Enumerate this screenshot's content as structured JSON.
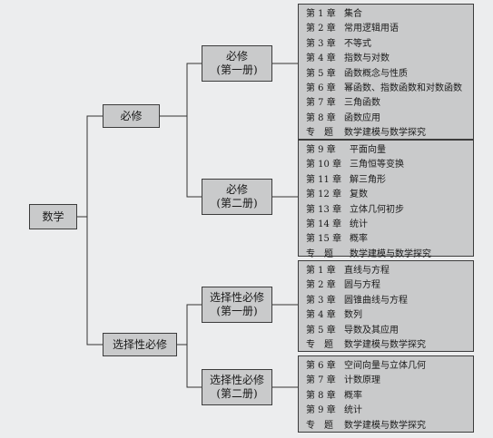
{
  "root": {
    "label": "数学"
  },
  "branches": [
    {
      "label": "必修",
      "books": [
        {
          "label": "必修",
          "sub": "(第一册)",
          "chapters": [
            {
              "num": "第 1 章",
              "title": "集合"
            },
            {
              "num": "第 2 章",
              "title": "常用逻辑用语"
            },
            {
              "num": "第 3 章",
              "title": "不等式"
            },
            {
              "num": "第 4 章",
              "title": "指数与对数"
            },
            {
              "num": "第 5 章",
              "title": "函数概念与性质"
            },
            {
              "num": "第 6 章",
              "title": "幂函数、指数函数和对数函数"
            },
            {
              "num": "第 7 章",
              "title": "三角函数"
            },
            {
              "num": "第 8 章",
              "title": "函数应用"
            },
            {
              "num": "专　题",
              "title": "数学建模与数学探究"
            }
          ]
        },
        {
          "label": "必修",
          "sub": "(第二册)",
          "chapters": [
            {
              "num": "第 9 章",
              "title": "平面向量"
            },
            {
              "num": "第 10 章",
              "title": "三角恒等变换"
            },
            {
              "num": "第 11 章",
              "title": "解三角形"
            },
            {
              "num": "第 12 章",
              "title": "复数"
            },
            {
              "num": "第 13 章",
              "title": "立体几何初步"
            },
            {
              "num": "第 14 章",
              "title": "统计"
            },
            {
              "num": "第 15 章",
              "title": "概率"
            },
            {
              "num": "专　题",
              "title": "数学建模与数学探究"
            }
          ]
        }
      ]
    },
    {
      "label": "选择性必修",
      "books": [
        {
          "label": "选择性必修",
          "sub": "(第一册)",
          "chapters": [
            {
              "num": "第 1 章",
              "title": "直线与方程"
            },
            {
              "num": "第 2 章",
              "title": "圆与方程"
            },
            {
              "num": "第 3 章",
              "title": "圆锥曲线与方程"
            },
            {
              "num": "第 4 章",
              "title": "数列"
            },
            {
              "num": "第 5 章",
              "title": "导数及其应用"
            },
            {
              "num": "专　题",
              "title": "数学建模与数学探究"
            }
          ]
        },
        {
          "label": "选择性必修",
          "sub": "(第二册)",
          "chapters": [
            {
              "num": "第 6 章",
              "title": "空间向量与立体几何"
            },
            {
              "num": "第 7 章",
              "title": "计数原理"
            },
            {
              "num": "第 8 章",
              "title": "概率"
            },
            {
              "num": "第 9 章",
              "title": "统计"
            },
            {
              "num": "专　题",
              "title": "数学建模与数学探究"
            }
          ]
        }
      ]
    }
  ]
}
